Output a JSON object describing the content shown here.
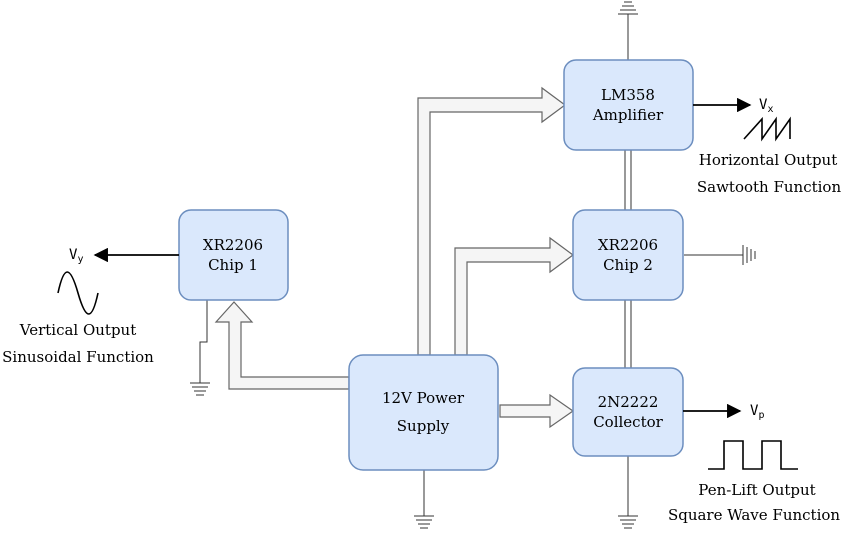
{
  "blocks": {
    "lm358": [
      "LM358",
      "Amplifier"
    ],
    "xr_chip2": [
      "XR2206",
      "Chip 2"
    ],
    "xr_chip1": [
      "XR2206",
      "Chip 1"
    ],
    "power": [
      "12V Power",
      "Supply"
    ],
    "transistor": [
      "2N2222",
      "Collector"
    ]
  },
  "outputs": {
    "horizontal": {
      "var": "V",
      "sub": "x",
      "line1": "Horizontal Output",
      "line2": "Sawtooth Function",
      "waveform": "sawtooth"
    },
    "vertical": {
      "var": "V",
      "sub": "y",
      "line1": "Vertical Output",
      "line2": "Sinusoidal Function",
      "waveform": "sine"
    },
    "penlift": {
      "var": "V",
      "sub": "p",
      "line1": "Pen-Lift Output",
      "line2": "Square Wave Function",
      "waveform": "square"
    }
  },
  "colors": {
    "block_fill": "#dae8fc",
    "block_stroke": "#6c8ebf",
    "arrow_fill": "#f5f5f5",
    "arrow_stroke": "#666666"
  }
}
